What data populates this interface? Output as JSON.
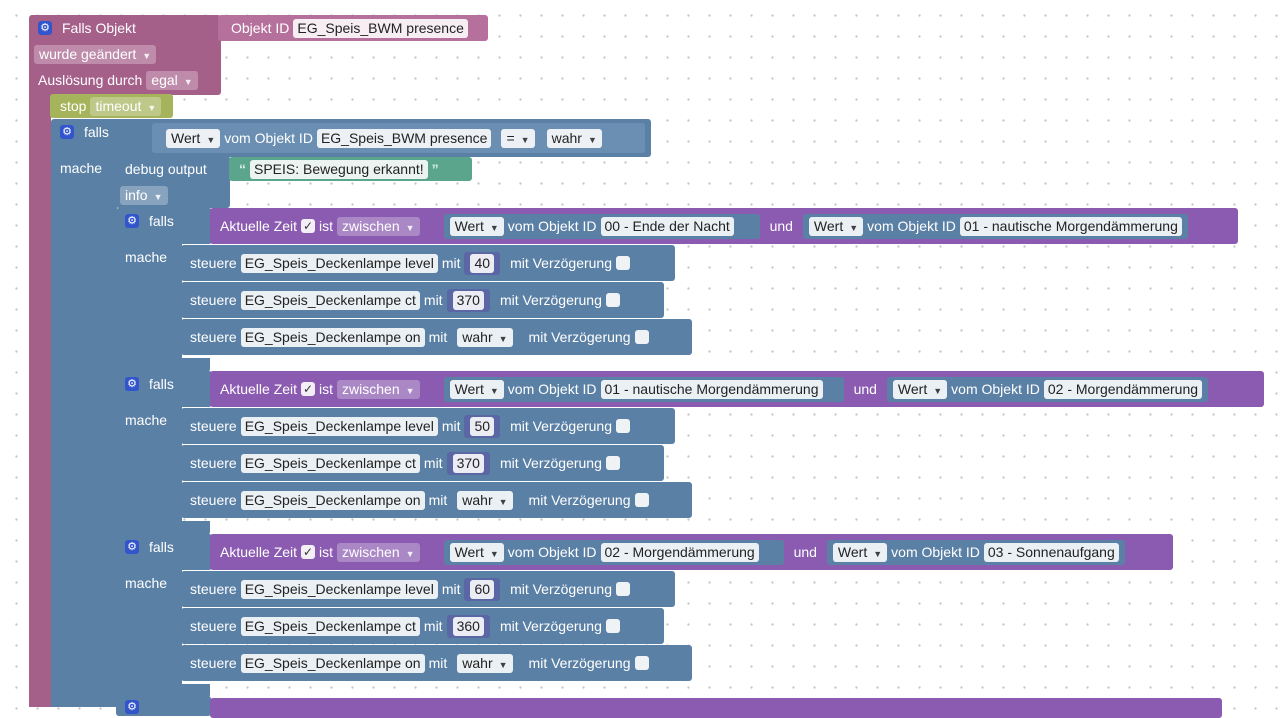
{
  "event": {
    "title": "Falls Objekt",
    "id_label": "Objekt ID",
    "object_id": "EG_Speis_BWM presence",
    "change_mode": "wurde geändert",
    "trigger_label": "Auslösung durch",
    "trigger_value": "egal"
  },
  "stop": {
    "label": "stop",
    "value": "timeout"
  },
  "outer_if": {
    "falls_label": "falls",
    "mache_label": "mache",
    "value_dropdown": "Wert",
    "of_object_label": "vom Objekt ID",
    "object_id": "EG_Speis_BWM presence",
    "operator": "=",
    "compare_value": "wahr"
  },
  "debug": {
    "label": "debug output",
    "text": "SPEIS: Bewegung erkannt!",
    "level": "info"
  },
  "common": {
    "falls_label": "falls",
    "mache_label": "mache",
    "time_label": "Aktuelle Zeit",
    "is_label": "ist",
    "between": "zwischen",
    "value_dropdown": "Wert",
    "of_object_label": "vom Objekt ID",
    "and_label": "und",
    "control_label": "steuere",
    "with_label": "mit",
    "delay_label": "mit Verzögerung",
    "level_obj": "EG_Speis_Deckenlampe level",
    "ct_obj": "EG_Speis_Deckenlampe ct",
    "on_obj": "EG_Speis_Deckenlampe on",
    "true_value": "wahr"
  },
  "rules": [
    {
      "from": "00 - Ende der Nacht",
      "to": "01 - nautische Morgendämmerung",
      "level": "40",
      "ct": "370"
    },
    {
      "from": "01 - nautische Morgendämmerung",
      "to": "02 - Morgendämmerung",
      "level": "50",
      "ct": "370"
    },
    {
      "from": "02 - Morgendämmerung",
      "to": "03 - Sonnenaufgang",
      "level": "60",
      "ct": "360"
    }
  ],
  "icons": {
    "gear": "gear-icon",
    "check": "checkmark-icon",
    "dropdown": "dropdown-arrow-icon",
    "quote": "quote-icon"
  },
  "colors": {
    "event": "#a5608a",
    "control": "#5b80a5",
    "condition": "#8a5bb0",
    "stop": "#a5b35b",
    "text": "#5ba58c",
    "number": "#5b67a5"
  }
}
